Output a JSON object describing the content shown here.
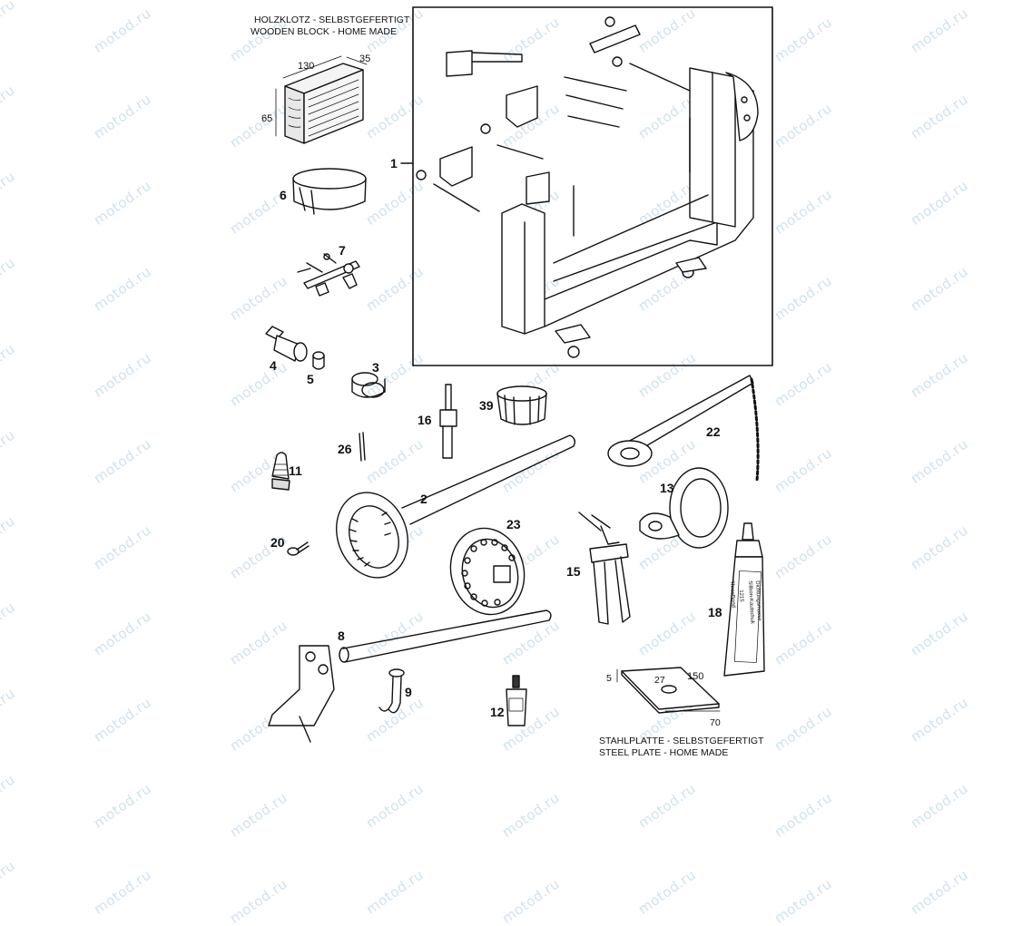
{
  "watermark": "motod.ru",
  "wooden_block": {
    "title_de": "HOLZKLOTZ - SELBSTGEFERTIGT",
    "title_en": "WOODEN BLOCK - HOME MADE",
    "dim_length": "130",
    "dim_width": "35",
    "dim_height": "65"
  },
  "steel_plate": {
    "title_de": "STAHLPLATTE - SELBSTGEFERTIGT",
    "title_en": "STEEL PLATE - HOME MADE",
    "dim_thickness": "5",
    "dim_hole": "27",
    "dim_length": "150",
    "dim_width": "70"
  },
  "part_numbers": {
    "p1": "1",
    "p2": "2",
    "p3": "3",
    "p4": "4",
    "p5": "5",
    "p6": "6",
    "p7": "7",
    "p8": "8",
    "p9": "9",
    "p11": "11",
    "p12": "12",
    "p13": "13",
    "p15": "15",
    "p16": "16",
    "p18": "18",
    "p20": "20",
    "p22": "22",
    "p23": "23",
    "p26": "26",
    "p39": "39"
  },
  "tube_labels": {
    "brand": "ThreeBond",
    "code": "1215",
    "line1": "Silikon-Kautschuk",
    "line2": "Dichtungsmasse"
  }
}
